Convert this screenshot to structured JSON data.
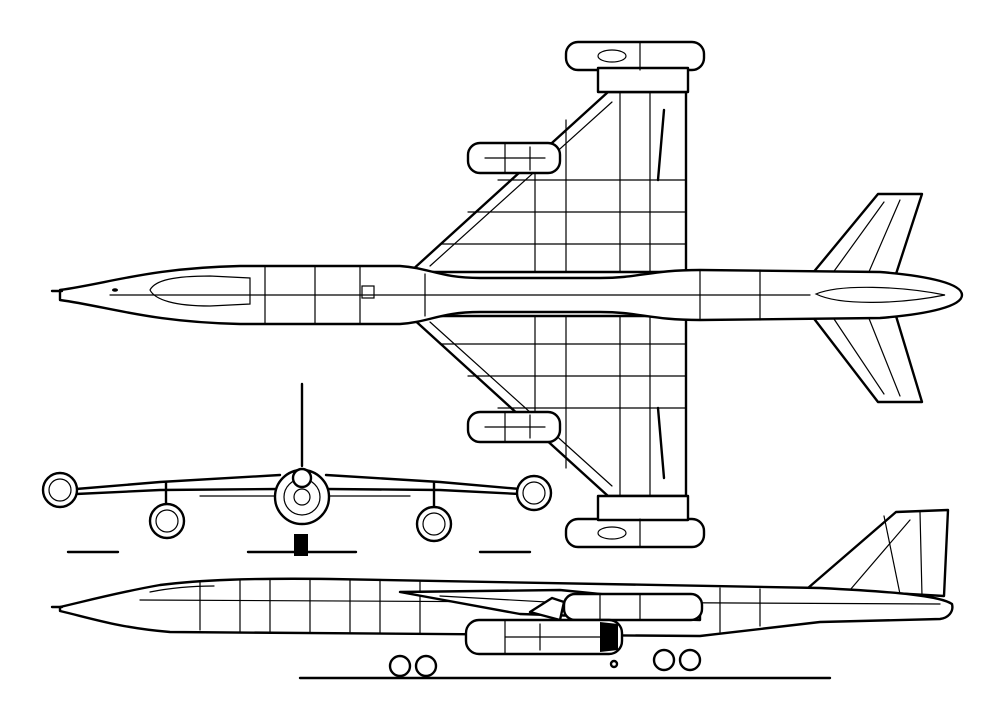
{
  "drawing": {
    "views": [
      "plan-view",
      "front-view",
      "side-view"
    ],
    "line_color": "#000000",
    "background_color": "#ffffff"
  }
}
